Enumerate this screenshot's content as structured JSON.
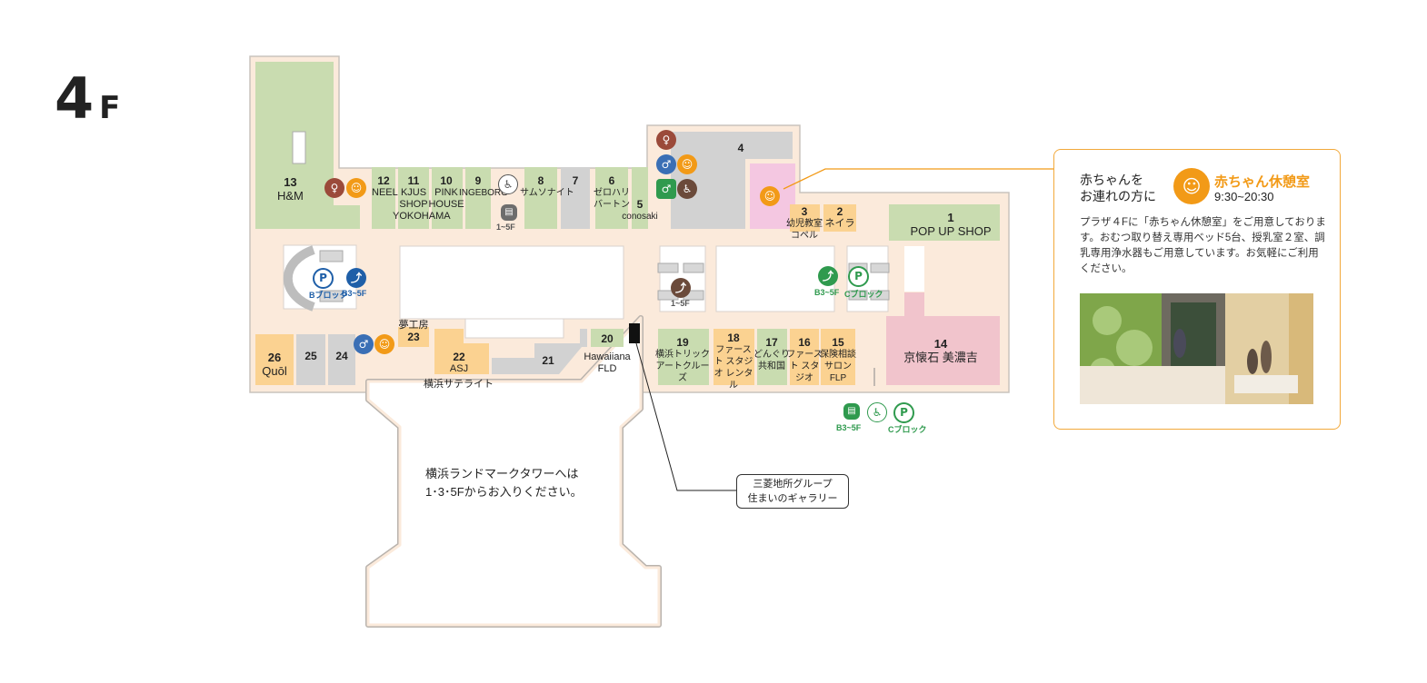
{
  "floor": {
    "number": "4",
    "unit": "F"
  },
  "shops": [
    {
      "id": "13",
      "no": "13",
      "name": "H&M"
    },
    {
      "id": "12",
      "no": "12",
      "name": "NEEL"
    },
    {
      "id": "11",
      "no": "11",
      "name": "KJUS SHOP YOKOHAMA"
    },
    {
      "id": "10",
      "no": "10",
      "name": "PINK HOUSE"
    },
    {
      "id": "9",
      "no": "9",
      "name": "INGEBORG"
    },
    {
      "id": "8",
      "no": "8",
      "name": "サムソナイト"
    },
    {
      "id": "7",
      "no": "7",
      "name": ""
    },
    {
      "id": "6",
      "no": "6",
      "name": "ゼロハリバートン"
    },
    {
      "id": "5",
      "no": "5",
      "name": "conosaki"
    },
    {
      "id": "4",
      "no": "4",
      "name": ""
    },
    {
      "id": "3",
      "no": "3",
      "name": "幼児教室コペル"
    },
    {
      "id": "2",
      "no": "2",
      "name": "ネイラ"
    },
    {
      "id": "1",
      "no": "1",
      "name": "POP UP SHOP"
    },
    {
      "id": "14",
      "no": "14",
      "name": "京懐石 美濃吉"
    },
    {
      "id": "15",
      "no": "15",
      "name": "保険相談サロンFLP"
    },
    {
      "id": "16",
      "no": "16",
      "name": "ファースト スタジオ"
    },
    {
      "id": "17",
      "no": "17",
      "name": "どんぐり共和国"
    },
    {
      "id": "18",
      "no": "18",
      "name": "ファースト スタジオ レンタル"
    },
    {
      "id": "19",
      "no": "19",
      "name": "横浜トリック アートクルーズ"
    },
    {
      "id": "20",
      "no": "20",
      "name": "Hawaiiana FLD"
    },
    {
      "id": "21",
      "no": "21",
      "name": ""
    },
    {
      "id": "22",
      "no": "22",
      "name": "ASJ"
    },
    {
      "id": "23",
      "no": "23",
      "name": "夢工房"
    },
    {
      "id": "24",
      "no": "24",
      "name": ""
    },
    {
      "id": "25",
      "no": "25",
      "name": ""
    },
    {
      "id": "26",
      "no": "26",
      "name": "Quōl"
    }
  ],
  "labels": {
    "yokohama_satellite": "横浜サテライト",
    "tower_note_1": "横浜ランドマークタワーへは",
    "tower_note_2": "1･3･5Fからお入りください。",
    "mitsubishi_1": "三菱地所グループ",
    "mitsubishi_2": "住まいのギャラリー",
    "elev_1_5f": "1~5F",
    "elev_b3_5f": "B3~5F",
    "esc_b3_5f_left": "B3~5F",
    "esc_b3_5f_right": "B3~5F",
    "esc_1_5f": "1~5F",
    "park_b_block": "Bブロック",
    "park_c_block_1": "Cブロック",
    "park_c_block_2": "Cブロック"
  },
  "icons": {
    "woman": "♀",
    "man": "♂",
    "baby": "☺",
    "access": "♿",
    "elevator": "▤",
    "parking": "P",
    "escalator": "⤴"
  },
  "info": {
    "lead_1": "赤ちゃんを",
    "lead_2": "お連れの方に",
    "title": "赤ちゃん休憩室",
    "hours": "9:30~20:30",
    "desc": "プラザ４Fに「赤ちゃん休憩室」をご用意しております。おむつ取り替え専用ベッド5台、授乳室２室、調乳専用浄水器もご用意しています。お気軽にご利用ください。"
  },
  "colors": {
    "green_shop": "#c9dcb0",
    "orange_shop": "#fbd291",
    "gray_shop": "#d2d2d2",
    "pink_shop": "#f1c4cc",
    "baby_room": "#f4c7e1",
    "corridor": "#fbeadb",
    "accent": "#f29a17"
  }
}
